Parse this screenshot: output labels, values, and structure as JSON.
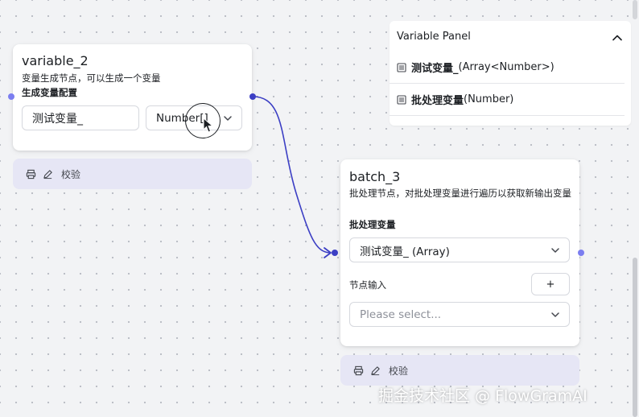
{
  "colors": {
    "port": "#7b7ef0",
    "edge": "#3c3fc4",
    "footer": "#e6e6f5"
  },
  "variable_node": {
    "title": "variable_2",
    "description": "变量生成节点，可以生成一个变量",
    "section_label": "生成变量配置",
    "name_value": "测试变量_",
    "type_value": "Number[]",
    "type_chevron_icon": "chevron-down-icon",
    "footer": {
      "print_icon": "printer-icon",
      "edit_icon": "pencil-icon",
      "label": "校验"
    }
  },
  "batch_node": {
    "title": "batch_3",
    "description": "批处理节点，对批处理变量进行遍历以获取新输出变量",
    "section_label": "批处理变量",
    "batch_select_value": "测试变量_ (Array)",
    "input_label": "节点输入",
    "add_button_label": "+",
    "input_select_placeholder": "Please select...",
    "footer": {
      "print_icon": "printer-icon",
      "edit_icon": "pencil-icon",
      "label": "校验"
    }
  },
  "variable_panel": {
    "title": "Variable Panel",
    "collapse_icon": "chevron-up-icon",
    "items": [
      {
        "icon": "list-icon",
        "name": "测试变量_",
        "type": "(Array<Number>)"
      },
      {
        "icon": "list-icon",
        "name": "批处理变量",
        "type": "(Number)"
      }
    ]
  },
  "watermark": "掘金技术社区 @ FlowGramAI"
}
